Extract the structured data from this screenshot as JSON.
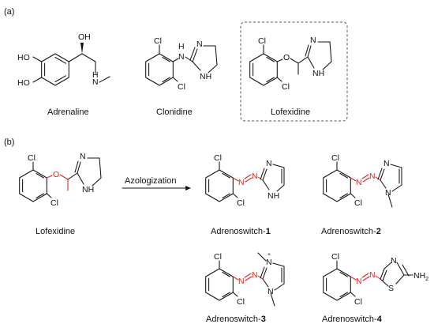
{
  "panels": {
    "a": "(a)",
    "b": "(b)"
  },
  "compounds": {
    "adrenaline": "Adrenaline",
    "clonidine": "Clonidine",
    "lofexidine": "Lofexidine",
    "lofexidine_b": "Lofexidine",
    "as1_prefix": "Adrenoswitch-",
    "as1_num": "1",
    "as2_prefix": "Adrenoswitch-",
    "as2_num": "2",
    "as3_prefix": "Adrenoswitch-",
    "as3_num": "3",
    "as4_prefix": "Adrenoswitch-",
    "as4_num": "4"
  },
  "arrow_label": "Azologization",
  "atoms": {
    "ho": "HO",
    "oh": "OH",
    "h": "H",
    "n": "N",
    "nh": "NH",
    "cl": "Cl",
    "o": "O",
    "s": "S",
    "nh2_n": "NH",
    "nh2_sub": "2",
    "plus": "+"
  },
  "colors": {
    "bond": "#111111",
    "azo_highlight": "#e3231b",
    "dashed_box": "#555555"
  }
}
